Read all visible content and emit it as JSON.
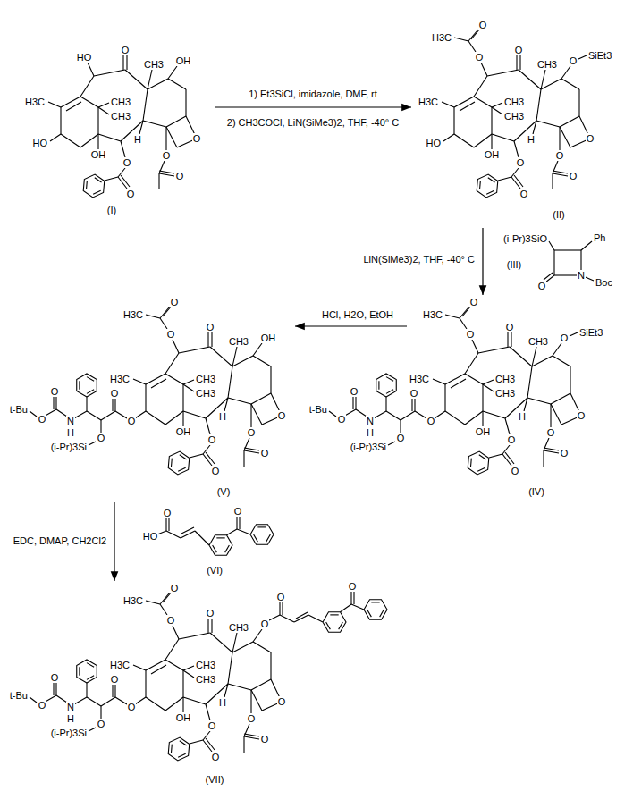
{
  "diagram": {
    "nodes": [
      {
        "text": [
          "(I)"
        ]
      },
      {
        "text": [
          "(II)"
        ]
      },
      {
        "text": [
          "(III)"
        ]
      },
      {
        "text": [
          "(V)"
        ]
      },
      {
        "text": [
          "(IV)"
        ]
      },
      {
        "text": [
          "(VI)"
        ]
      },
      {
        "text": [
          "(VII)"
        ]
      }
    ],
    "edges": [
      {
        "from": 0,
        "to": 1,
        "arrow": "to",
        "label": "1) Et3SiCl, imidazole, DMF, rt"
      },
      {
        "from": 1,
        "to": 4,
        "arrow": "to",
        "label": "LiN(SiMe3)2, THF, -40° C"
      },
      {
        "from": 4,
        "to": 3,
        "arrow": "to",
        "label": "HCl, H2O, EtOH"
      },
      {
        "from": 3,
        "to": 6,
        "arrow": "to",
        "label": "EDC, DMAP, CH2Cl2"
      }
    ],
    "labels": [
      "H3C",
      "CH3",
      "CH3",
      "CH3",
      "O",
      "OH",
      "H",
      "O",
      "O",
      "O",
      "O",
      "O",
      "HO",
      "OH",
      "HO",
      "2) CH3COCl, LiN(SiMe3)2, THF, -40° C",
      "H3C",
      "CH3",
      "CH3",
      "CH3",
      "O",
      "OH",
      "H",
      "O",
      "O",
      "O",
      "O",
      "O",
      "O",
      "O",
      "H3C",
      "O",
      "SiEt3",
      "HO",
      "(i-Pr)3SiO",
      "Ph",
      "O",
      "N",
      "Boc",
      "H3C",
      "CH3",
      "CH3",
      "CH3",
      "O",
      "OH",
      "H",
      "O",
      "O",
      "O",
      "O",
      "O",
      "O",
      "O",
      "H3C",
      "OH",
      "O",
      "O",
      "O",
      "(i-Pr)3Si",
      "N",
      "H",
      "O",
      "O",
      "t-Bu",
      "H3C",
      "CH3",
      "CH3",
      "CH3",
      "O",
      "OH",
      "H",
      "O",
      "O",
      "O",
      "O",
      "O",
      "O",
      "O",
      "H3C",
      "O",
      "SiEt3",
      "O",
      "O",
      "O",
      "(i-Pr)3Si",
      "N",
      "H",
      "O",
      "O",
      "t-Bu",
      "HO",
      "O",
      "O",
      "H3C",
      "CH3",
      "CH3",
      "CH3",
      "O",
      "OH",
      "H",
      "O",
      "O",
      "O",
      "O",
      "O",
      "O",
      "O",
      "H3C",
      "O",
      "O",
      "O",
      "O",
      "O",
      "O",
      "(i-Pr)3Si",
      "N",
      "H",
      "O",
      "O",
      "t-Bu"
    ]
  }
}
